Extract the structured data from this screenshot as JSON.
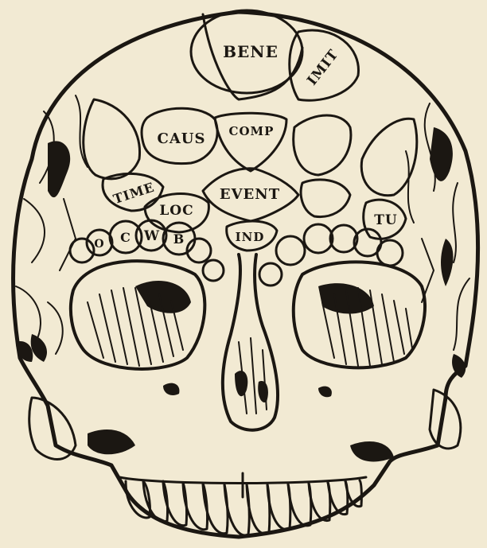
{
  "colors": {
    "paper": "#f2ead3",
    "ink": "#1b1712"
  },
  "labels": {
    "bene": "BENE",
    "imit": "IMIT",
    "caus": "CAUS",
    "comp": "COMP",
    "event": "EVENT",
    "time": "TIME",
    "loc": "LOC",
    "c": "C",
    "w": "W",
    "b": "B",
    "o": "O",
    "ind": "IND",
    "tu": "TU"
  }
}
